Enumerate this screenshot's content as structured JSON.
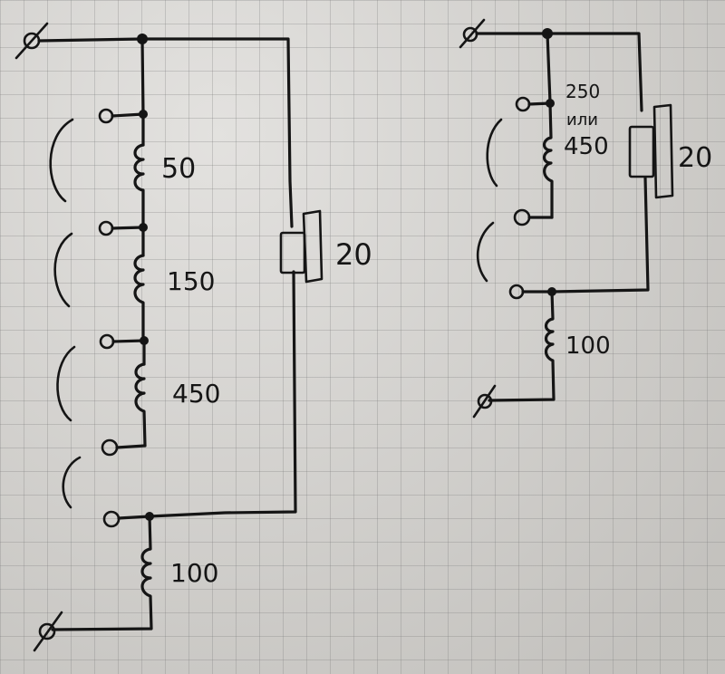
{
  "left_circuit": {
    "coils": {
      "coil_1": "50",
      "coil_2": "150",
      "coil_3": "450",
      "coil_bottom": "100"
    },
    "capacitor": "20"
  },
  "right_circuit": {
    "coil_top_line1": "250",
    "coil_top_line2": "или",
    "coil_top_line3": "450",
    "coil_bottom": "100",
    "capacitor": "20"
  }
}
